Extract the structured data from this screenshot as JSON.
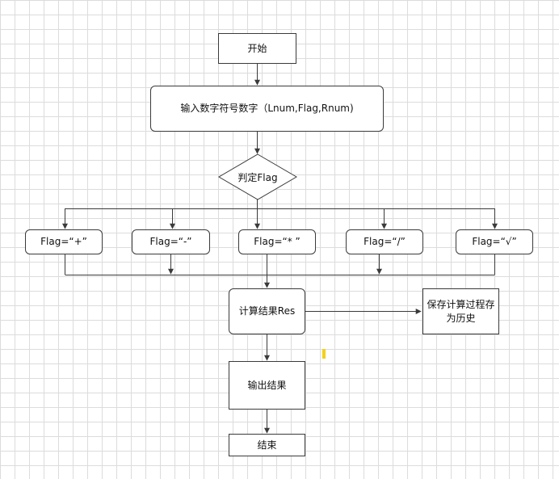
{
  "diagram": {
    "start": "开始",
    "input": "输入数字符号数字（Lnum,Flag,Rnum)",
    "decision": "判定Flag",
    "flags": [
      "Flag=“+”",
      "Flag=“-”",
      "Flag=“* ”",
      "Flag=“/”",
      "Flag=“√”"
    ],
    "compute": "计算结果Res",
    "save_history": "保存计算过程存为历史",
    "output": "输出结果",
    "end": "结束"
  },
  "colors": {
    "grid": "#dcdcdc",
    "stroke": "#3a3a3a",
    "diamond_fill": "#ffffff",
    "highlight": "#f2d21c"
  }
}
